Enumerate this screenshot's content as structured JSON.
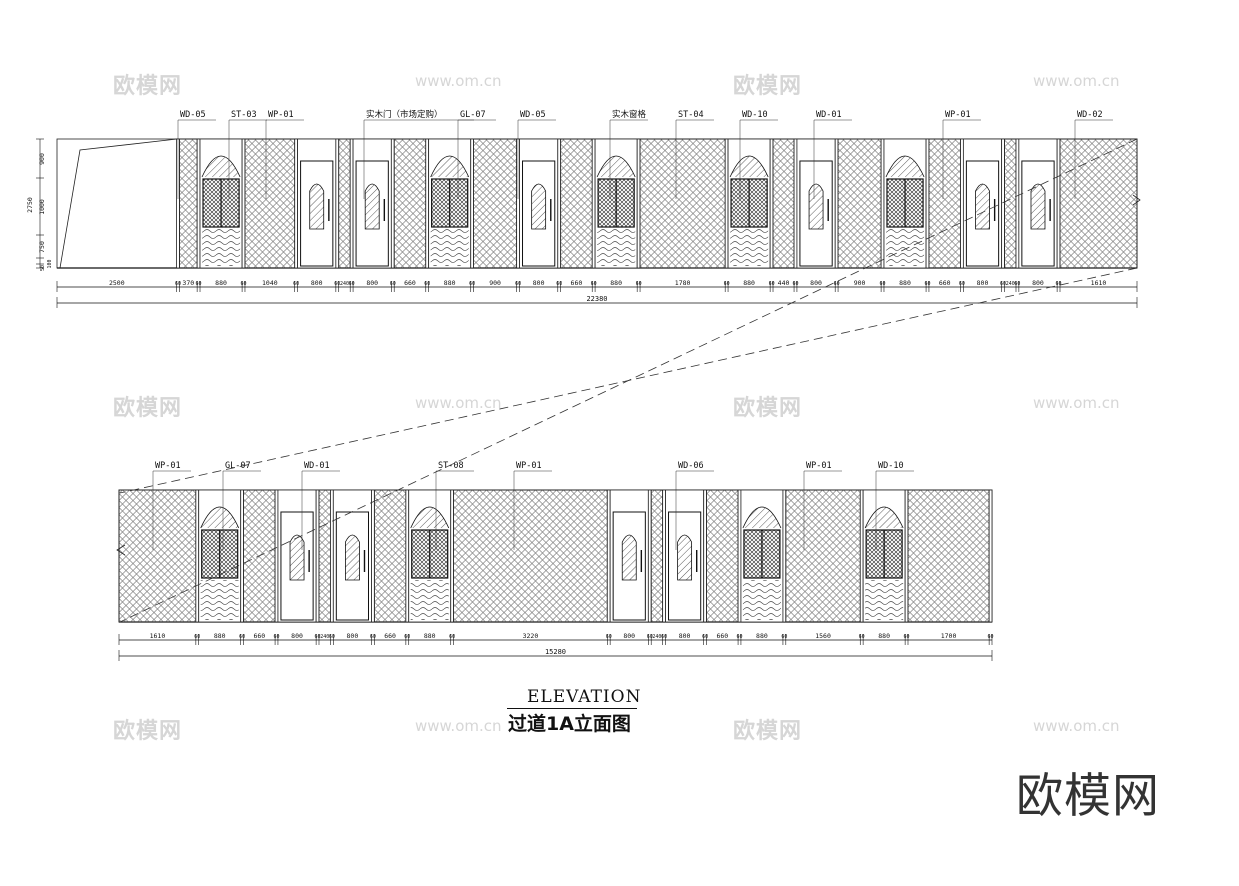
{
  "watermarks": {
    "cn": "欧模网",
    "url": "www.om.cn",
    "cn_positions_note": ""
  },
  "top_elevation": {
    "height_dims": [
      "2750",
      "900",
      "1000",
      "750",
      "100",
      "50"
    ],
    "callouts": [
      "WD-05",
      "ST-03",
      "WP-01",
      "实木门（市场定购）",
      "GL-07",
      "WD-05",
      "实木窗格",
      "ST-04",
      "WD-10",
      "WD-01",
      "WP-01",
      "WD-02"
    ],
    "dims": [
      "2500",
      "60",
      "370",
      "60",
      "880",
      "60",
      "1040",
      "60",
      "800",
      "60",
      "240",
      "60",
      "800",
      "60",
      "660",
      "60",
      "880",
      "60",
      "900",
      "60",
      "800",
      "60",
      "660",
      "60",
      "880",
      "60",
      "1780",
      "60",
      "880",
      "60",
      "440",
      "60",
      "800",
      "60",
      "900",
      "60",
      "880",
      "60",
      "660",
      "60",
      "800",
      "60",
      "240",
      "60",
      "800",
      "60",
      "1610"
    ],
    "total": "22380"
  },
  "bottom_elevation": {
    "callouts": [
      "WP-01",
      "GL-07",
      "WD-01",
      "ST-08",
      "WP-01",
      "WD-06",
      "WP-01",
      "WD-10"
    ],
    "dims": [
      "1610",
      "60",
      "880",
      "60",
      "660",
      "60",
      "800",
      "60",
      "240",
      "60",
      "800",
      "60",
      "660",
      "60",
      "880",
      "60",
      "3220",
      "60",
      "800",
      "60",
      "240",
      "60",
      "800",
      "60",
      "660",
      "60",
      "880",
      "60",
      "1560",
      "60",
      "880",
      "60",
      "1700",
      "60"
    ],
    "total": "15280"
  },
  "title": {
    "en": "ELEVATION",
    "cn": "过道1A立面图"
  },
  "brand": "欧模网"
}
